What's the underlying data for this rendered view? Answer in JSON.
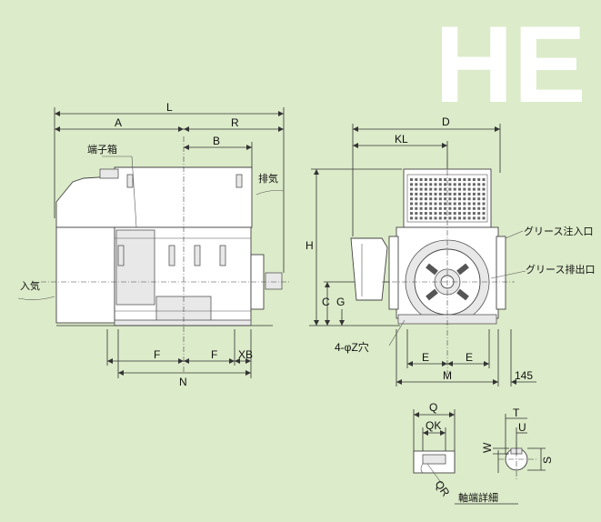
{
  "series_badge": "HE",
  "labels": {
    "L": "L",
    "A": "A",
    "R": "R",
    "B": "B",
    "terminal_box": "端子箱",
    "exhaust": "排気",
    "intake": "入気",
    "F1": "F",
    "F2": "F",
    "XB": "XB",
    "N": "N",
    "D": "D",
    "KL": "KL",
    "H": "H",
    "C": "C",
    "G": "G",
    "grease_inlet": "グリース注入口",
    "grease_outlet": "グリース排出口",
    "holes": "4-φZ穴",
    "E1": "E",
    "E2": "E",
    "M": "M",
    "dim145": "145",
    "Q": "Q",
    "QK": "QK",
    "QR": "QR",
    "W": "W",
    "T": "T",
    "U": "U",
    "S": "S",
    "shaft_detail": "軸端詳細"
  },
  "colors": {
    "background": "#dcebc9",
    "badge": "#ffffff",
    "line": "#333333"
  }
}
